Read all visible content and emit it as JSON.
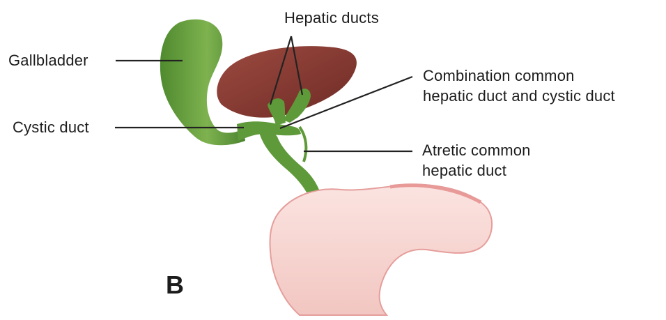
{
  "labels": {
    "hepatic_ducts": "Hepatic ducts",
    "gallbladder": "Gallbladder",
    "combination_line1": "Combination common",
    "combination_line2": "hepatic duct and cystic duct",
    "cystic_duct": "Cystic duct",
    "atretic_line1": "Atretic common",
    "atretic_line2": "hepatic duct"
  },
  "panel_letter": "B",
  "colors": {
    "duct_green": "#5f9a3a",
    "liver_red": "#8a3a32",
    "duodenum_pink": "#f6d3cf",
    "duodenum_edge": "#e79a98",
    "leader_line": "#222222"
  }
}
